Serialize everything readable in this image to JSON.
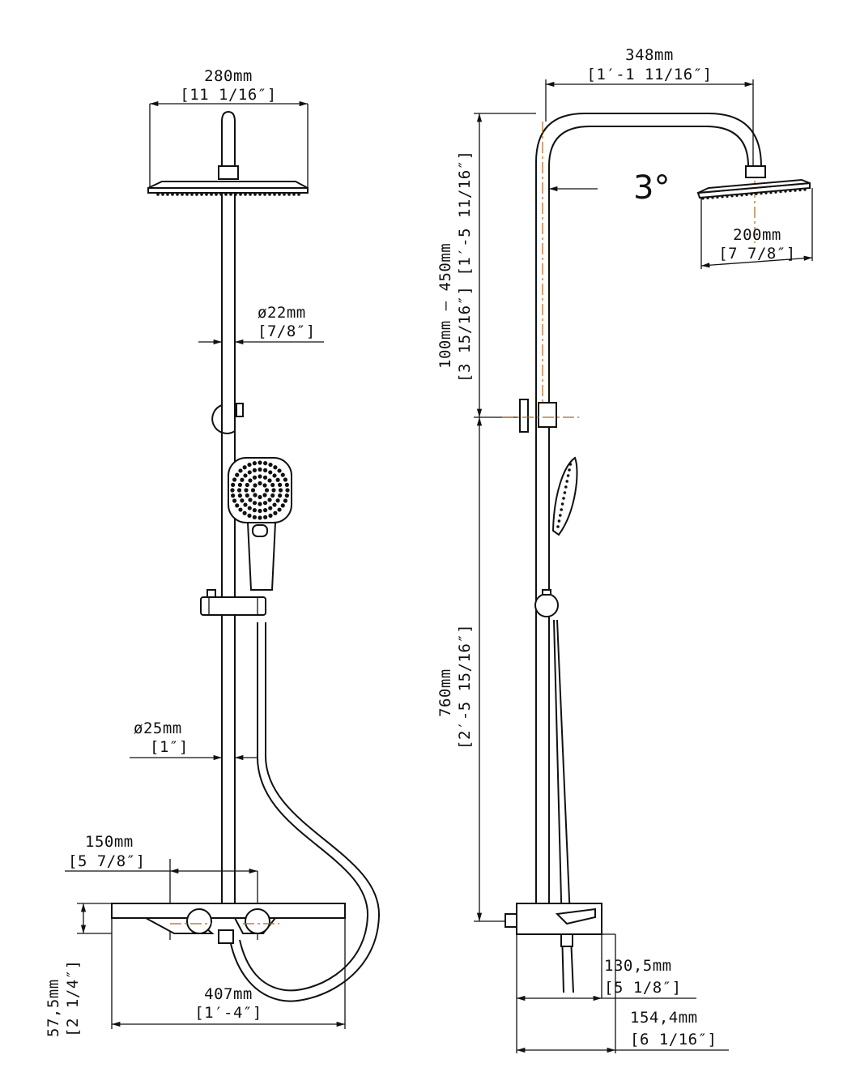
{
  "front_view": {
    "head_width": {
      "mm": "280mm",
      "inch": "[11 1/16″]"
    },
    "upper_pipe_dia": {
      "mm": "ø22mm",
      "inch": "[7/8″]"
    },
    "lower_pipe_dia": {
      "mm": "ø25mm",
      "inch": "[1″]"
    },
    "valve_spacing": {
      "mm": "150mm",
      "inch": "[5 7/8″]"
    },
    "shelf_height": {
      "mm": "57,5mm",
      "inch": "[2 1/4″]"
    },
    "shelf_width": {
      "mm": "407mm",
      "inch": "[1′-4″]"
    }
  },
  "side_view": {
    "arm_reach": {
      "mm": "348mm",
      "inch": "[1′-1 11/16″]"
    },
    "tilt_angle": "3°",
    "head_diameter": {
      "mm": "200mm",
      "inch": "[7 7/8″]"
    },
    "adjust_range": {
      "mm": "100mm — 450mm",
      "inch": "[3 15/16″] [1′-5 11/16″]"
    },
    "lower_height": {
      "mm": "760mm",
      "inch": "[2′-5 15/16″]"
    },
    "depth_inner": {
      "mm": "130,5mm",
      "inch": "[5 1/8″]"
    },
    "depth_outer": {
      "mm": "154,4mm",
      "inch": "[6 1/16″]"
    }
  }
}
